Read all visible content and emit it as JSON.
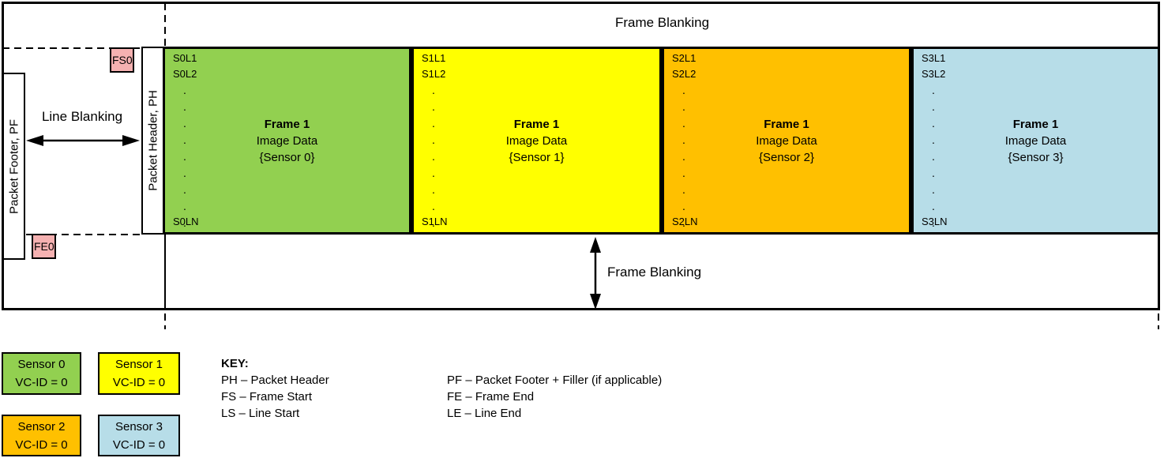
{
  "diagram": {
    "frame_blanking_top": "Frame Blanking",
    "frame_blanking_bottom": "Frame Blanking",
    "line_blanking": "Line Blanking",
    "packet_footer_label": "Packet Footer, PF",
    "packet_header_label": "Packet Header, PH",
    "frame_start_badge": "FS0",
    "frame_end_badge": "FE0",
    "dots": ".\n.\n.\n.\n.\n.\n.\n.\n."
  },
  "colors": {
    "sensor0": "#92D050",
    "sensor1": "#FFFF00",
    "sensor2": "#FFC000",
    "sensor3": "#B7DDE8",
    "badge_pink": "#F5B1B1",
    "line": "#000000"
  },
  "frames": [
    {
      "first_line": "S0L1",
      "second_line": "S0L2",
      "last_line": "S0LN",
      "title": "Frame 1",
      "subtitle": "Image Data",
      "sensor": "{Sensor 0}",
      "color": "#92D050"
    },
    {
      "first_line": "S1L1",
      "second_line": "S1L2",
      "last_line": "S1LN",
      "title": "Frame 1",
      "subtitle": "Image Data",
      "sensor": "{Sensor 1}",
      "color": "#FFFF00"
    },
    {
      "first_line": "S2L1",
      "second_line": "S2L2",
      "last_line": "S2LN",
      "title": "Frame 1",
      "subtitle": "Image Data",
      "sensor": "{Sensor 2}",
      "color": "#FFC000"
    },
    {
      "first_line": "S3L1",
      "second_line": "S3L2",
      "last_line": "S3LN",
      "title": "Frame 1",
      "subtitle": "Image Data",
      "sensor": "{Sensor 3}",
      "color": "#B7DDE8"
    }
  ],
  "legend": [
    {
      "name": "Sensor 0",
      "vcid": "VC-ID = 0",
      "color": "#92D050"
    },
    {
      "name": "Sensor 1",
      "vcid": "VC-ID = 0",
      "color": "#FFFF00"
    },
    {
      "name": "Sensor 2",
      "vcid": "VC-ID = 0",
      "color": "#FFC000"
    },
    {
      "name": "Sensor 3",
      "vcid": "VC-ID = 0",
      "color": "#B7DDE8"
    }
  ],
  "key": {
    "title": "KEY:",
    "left": [
      "PH – Packet Header",
      "FS – Frame Start",
      "LS – Line Start"
    ],
    "right": [
      "PF – Packet Footer + Filler (if applicable)",
      "FE – Frame End",
      "LE – Line End"
    ]
  }
}
